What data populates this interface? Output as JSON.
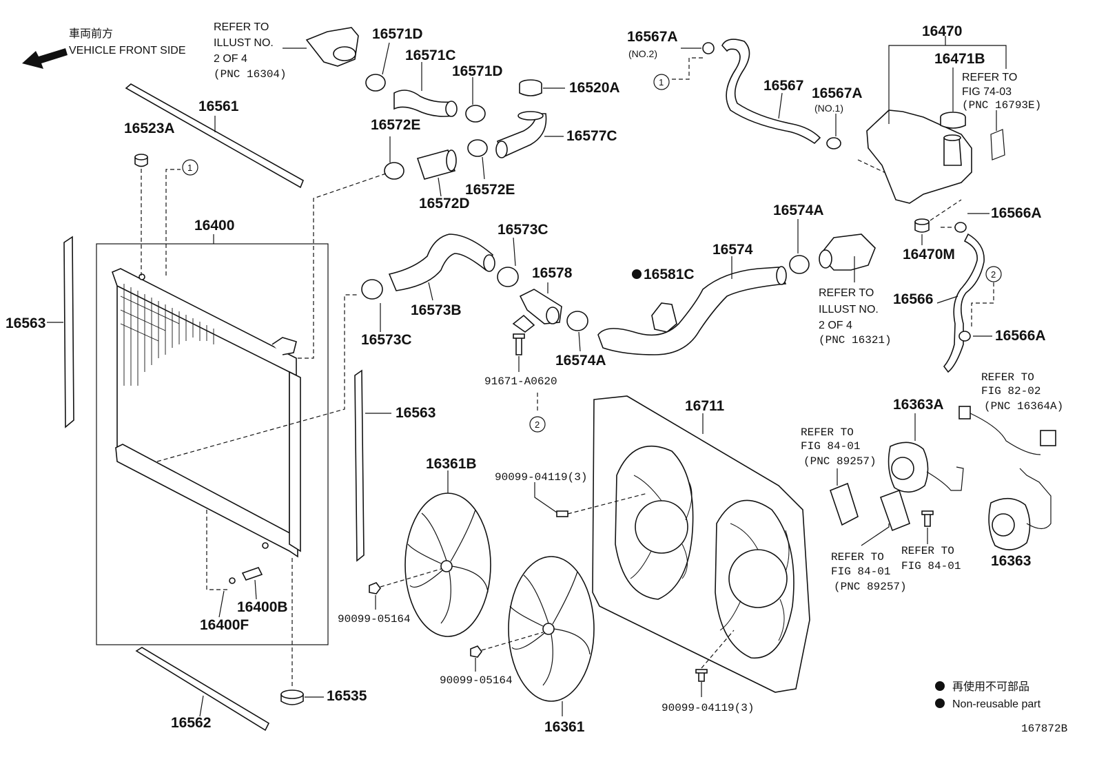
{
  "header": {
    "front_jp": "車両前方",
    "front_en": "VEHICLE FRONT SIDE"
  },
  "parts": {
    "p16400": "16400",
    "p16400B": "16400B",
    "p16400F": "16400F",
    "p16470": "16470",
    "p16470M": "16470M",
    "p16471B": "16471B",
    "p16520A": "16520A",
    "p16523A": "16523A",
    "p16535": "16535",
    "p16561": "16561",
    "p16562": "16562",
    "p16563_left": "16563",
    "p16563_mid": "16563",
    "p16566": "16566",
    "p16566A_top": "16566A",
    "p16566A_bot": "16566A",
    "p16567": "16567",
    "p16567A_top": "16567A",
    "p16567A_top_note": "(NO.2)",
    "p16567A_mid": "16567A",
    "p16567A_mid_note": "(NO.1)",
    "p16571C": "16571C",
    "p16571D_a": "16571D",
    "p16571D_b": "16571D",
    "p16572D": "16572D",
    "p16572E_a": "16572E",
    "p16572E_b": "16572E",
    "p16573B": "16573B",
    "p16573C_a": "16573C",
    "p16573C_b": "16573C",
    "p16574": "16574",
    "p16574A_a": "16574A",
    "p16574A_b": "16574A",
    "p16577C": "16577C",
    "p16578": "16578",
    "p16581C": "16581C",
    "p16361": "16361",
    "p16361B": "16361B",
    "p16363": "16363",
    "p16363A": "16363A",
    "p16711": "16711",
    "p91671": "91671-A0620",
    "p90099_04119_a": "90099-04119(3)",
    "p90099_04119_b": "90099-04119(3)",
    "p90099_05164_a": "90099-05164",
    "p90099_05164_b": "90099-05164"
  },
  "refs": {
    "r1": [
      "REFER TO",
      "ILLUST NO.",
      "2 OF 4",
      "(PNC 16304)"
    ],
    "r2": [
      "REFER TO",
      "FIG 74-03",
      "(PNC 16793E)"
    ],
    "r3": [
      "REFER TO",
      "ILLUST NO.",
      "2 OF 4",
      "(PNC 16321)"
    ],
    "r4": [
      "REFER TO",
      "FIG 82-02",
      "(PNC 16364A)"
    ],
    "r5": [
      "REFER TO",
      "FIG 84-01",
      "(PNC 89257)"
    ],
    "r6": [
      "REFER TO",
      "FIG 84-01",
      "(PNC 89257)"
    ],
    "r7": [
      "REFER TO",
      "FIG 84-01"
    ]
  },
  "markers": {
    "one": "1",
    "two": "2"
  },
  "legend": {
    "jp": "再使用不可部品",
    "en": "Non-reusable part"
  },
  "figure_id": "167872B"
}
